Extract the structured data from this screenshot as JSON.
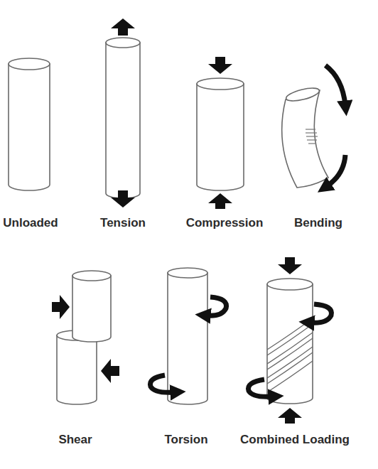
{
  "diagram": {
    "labels": [
      "Unloaded",
      "Tension",
      "Compression",
      "Bending",
      "Shear",
      "Torsion",
      "Combined Loading"
    ]
  }
}
